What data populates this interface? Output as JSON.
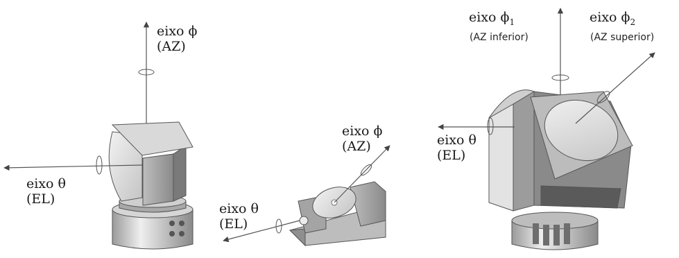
{
  "mount_left": {
    "axis_az": {
      "name": "eixo ϕ",
      "paren": "(AZ)"
    },
    "axis_el": {
      "name": "eixo θ",
      "paren": "(EL)"
    }
  },
  "mount_middle": {
    "axis_az": {
      "name": "eixo ϕ",
      "paren": "(AZ)"
    },
    "axis_el": {
      "name": "eixo θ",
      "paren": "(EL)"
    }
  },
  "mount_right": {
    "axis_az1": {
      "name": "eixo ϕ",
      "sub": "1",
      "paren": "(AZ inferior)"
    },
    "axis_az2": {
      "name": "eixo ϕ",
      "sub": "2",
      "paren": "(AZ superior)"
    },
    "axis_el": {
      "name": "eixo θ",
      "paren": "(EL)"
    }
  },
  "colors": {
    "body_light": "#e6e6e6",
    "body_mid": "#b5b5b5",
    "body_dark": "#6e6e6e",
    "line": "#555555"
  }
}
